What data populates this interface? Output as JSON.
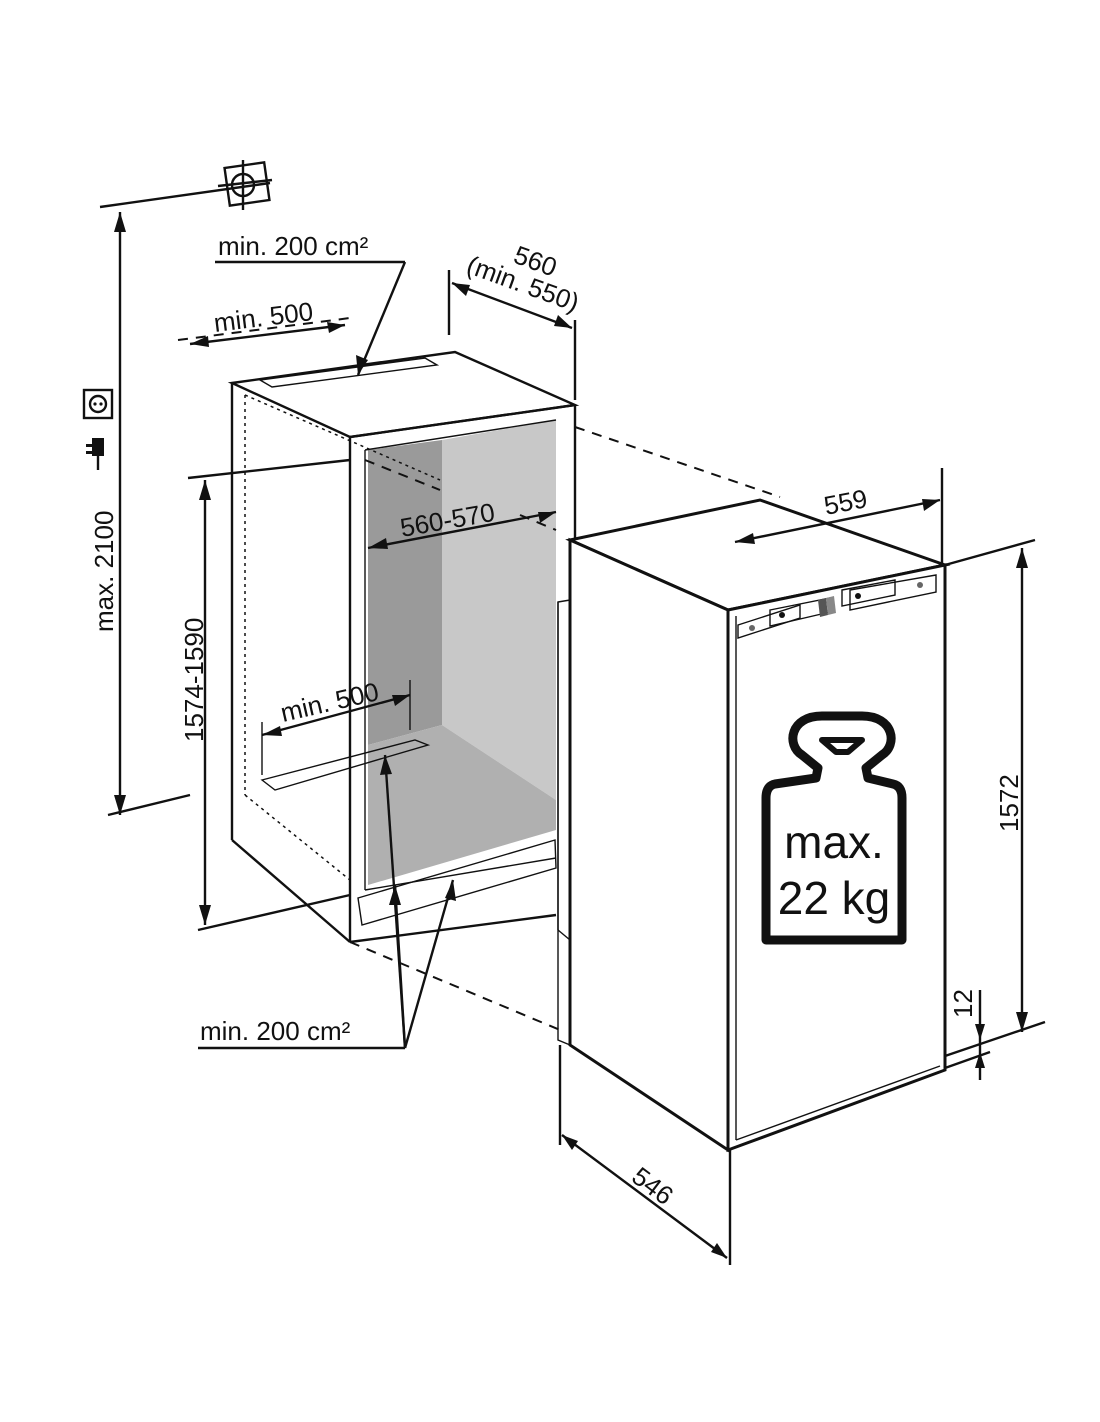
{
  "labels": {
    "vent_top": "min. 200 cm²",
    "vent_top_width": "min. 500",
    "niche_depth": "560",
    "niche_depth_min": "(min. 550)",
    "niche_width": "560-570",
    "max_height": "max. 2100",
    "niche_height": "1574-1590",
    "vent_bottom_width": "min. 500",
    "vent_bottom": "min. 200 cm²",
    "appliance_width": "559",
    "appliance_height": "1572",
    "gap": "12",
    "appliance_depth": "546"
  },
  "weight": {
    "line1": "max.",
    "line2": "22 kg"
  },
  "colors": {
    "line": "#111111",
    "niche_side": "#9a9a9a",
    "niche_back": "#c8c8c8",
    "niche_floor": "#b0b0b0"
  }
}
